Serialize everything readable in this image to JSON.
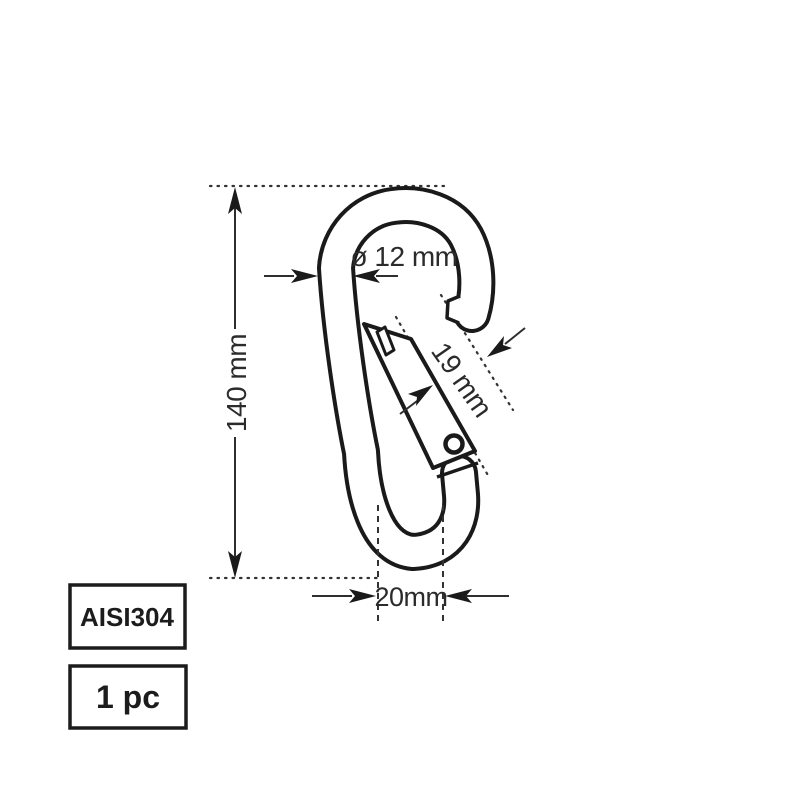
{
  "drawing": {
    "title": "carabiner-snap-hook-technical-drawing",
    "dimensions": {
      "height": {
        "label": "140 mm"
      },
      "wire_diameter": {
        "label": "ø 12 mm"
      },
      "gate_opening": {
        "label": "19 mm"
      },
      "inner_width": {
        "label": "20mm"
      }
    },
    "badges": {
      "material": "AISI304",
      "quantity": "1 pc"
    },
    "colors": {
      "outline": "#1a1a1a",
      "dimension": "#2e2e2e",
      "background": "#ffffff"
    }
  }
}
